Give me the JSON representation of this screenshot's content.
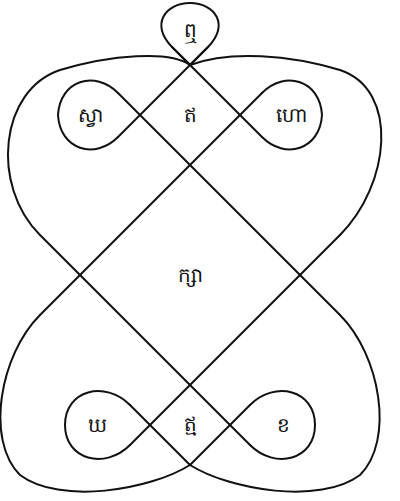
{
  "diagram": {
    "nodes": [
      {
        "text": [
          "ឮ"
        ]
      },
      {
        "text": [
          "ស្វា"
        ]
      },
      {
        "text": [
          "ឥ"
        ]
      },
      {
        "text": [
          "ហោ"
        ]
      },
      {
        "text": [
          "ក្សា"
        ]
      },
      {
        "text": [
          "ឃ"
        ]
      },
      {
        "text": [
          "ឥ្ម"
        ]
      },
      {
        "text": [
          "ខ"
        ]
      }
    ]
  }
}
